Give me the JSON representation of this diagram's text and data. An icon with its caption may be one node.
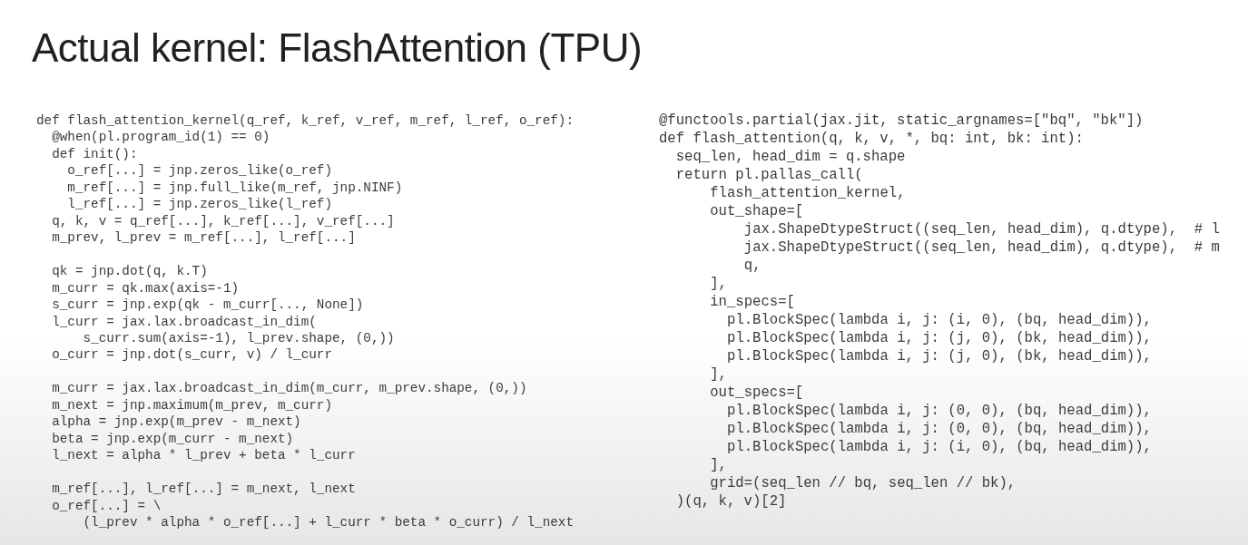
{
  "diagram": {
    "title": "Actual kernel: FlashAttention (TPU)",
    "labels": [
      "def flash_attention_kernel(q_ref, k_ref, v_ref, m_ref, l_ref, o_ref):",
      "@when(pl.program_id(1) == 0)",
      "def init():",
      "o_ref[...] = jnp.zeros_like(o_ref)",
      "m_ref[...] = jnp.full_like(m_ref, jnp.NINF)",
      "l_ref[...] = jnp.zeros_like(l_ref)",
      "q, k, v = q_ref[...], k_ref[...], v_ref[...]",
      "m_prev, l_prev = m_ref[...], l_ref[...]",
      "qk = jnp.dot(q, k.T)",
      "m_curr = qk.max(axis=-1)",
      "s_curr = jnp.exp(qk - m_curr[..., None])",
      "l_curr = jax.lax.broadcast_in_dim(",
      "s_curr.sum(axis=-1), l_prev.shape, (0,))",
      "o_curr = jnp.dot(s_curr, v) / l_curr",
      "m_curr = jax.lax.broadcast_in_dim(m_curr, m_prev.shape, (0,))",
      "m_next = jnp.maximum(m_prev, m_curr)",
      "alpha = jnp.exp(m_prev - m_next)",
      "beta = jnp.exp(m_curr - m_next)",
      "l_next = alpha * l_prev + beta * l_curr",
      "m_ref[...], l_ref[...] = m_next, l_next",
      "o_ref[...] = \\",
      "(l_prev * alpha * o_ref[...] + l_curr * beta * o_curr) / l_next",
      "@functools.partial(jax.jit, static_argnames=[\"bq\", \"bk\"])",
      "def flash_attention(q, k, v, *, bq: int, bk: int):",
      "seq_len, head_dim = q.shape",
      "return pl.pallas_call(",
      "flash_attention_kernel,",
      "out_shape=[",
      "jax.ShapeDtypeStruct((seq_len, head_dim), q.dtype),  # l",
      "jax.ShapeDtypeStruct((seq_len, head_dim), q.dtype),  # m",
      "q,",
      "],",
      "in_specs=[",
      "pl.BlockSpec(lambda i, j: (i, 0), (bq, head_dim)),",
      "pl.BlockSpec(lambda i, j: (j, 0), (bk, head_dim)),",
      "pl.BlockSpec(lambda i, j: (j, 0), (bk, head_dim)),",
      "],",
      "out_specs=[",
      "pl.BlockSpec(lambda i, j: (0, 0), (bq, head_dim)),",
      "pl.BlockSpec(lambda i, j: (0, 0), (bq, head_dim)),",
      "pl.BlockSpec(lambda i, j: (i, 0), (bq, head_dim)),",
      "],",
      "grid=(seq_len // bq, seq_len // bk),",
      ")(q, k, v)[2]"
    ]
  }
}
